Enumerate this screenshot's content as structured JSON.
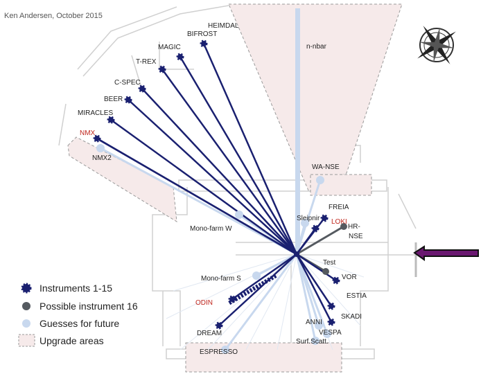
{
  "header": {
    "author_note": "Ken Andersen, October 2015"
  },
  "colors": {
    "instrument": "#1a2070",
    "possible": "#555a60",
    "guess": "#c8d8ee",
    "upgrade_fill": "#f6eaea",
    "upgrade_stroke": "#999999",
    "highlight_red": "#c0271e",
    "arrow_fill": "#6a1870"
  },
  "instruments": [
    {
      "label": "HEIMDAL"
    },
    {
      "label": "BIFROST"
    },
    {
      "label": "MAGIC"
    },
    {
      "label": "T-REX"
    },
    {
      "label": "C-SPEC"
    },
    {
      "label": "BEER"
    },
    {
      "label": "MIRACLES"
    },
    {
      "label": "NMX",
      "highlight": true
    },
    {
      "label": "FREIA"
    },
    {
      "label": "LOKI",
      "highlight": true
    },
    {
      "label": "VOR"
    },
    {
      "label": "ESTIA"
    },
    {
      "label": "ODIN",
      "highlight": true
    },
    {
      "label": "DREAM"
    },
    {
      "label": "SKADI"
    }
  ],
  "possible_instruments": [
    {
      "label": "HR-"
    },
    {
      "label": "NSE"
    },
    {
      "label": "Test"
    }
  ],
  "guesses": [
    {
      "label": "n-nbar"
    },
    {
      "label": "NMX2"
    },
    {
      "label": "WA-NSE"
    },
    {
      "label": "Mono-farm W"
    },
    {
      "label": "Sleipnir"
    },
    {
      "label": "Mono-farm S"
    },
    {
      "label": "ANNI"
    },
    {
      "label": "VESPA"
    },
    {
      "label": "Surf.Scatt."
    },
    {
      "label": "ESPRESSO"
    }
  ],
  "legend": {
    "instruments": "Instruments 1-15",
    "possible": "Possible instrument 16",
    "guesses": "Guesses for future",
    "upgrade": "Upgrade areas"
  },
  "compass": {
    "icon": "compass-rose-icon"
  }
}
